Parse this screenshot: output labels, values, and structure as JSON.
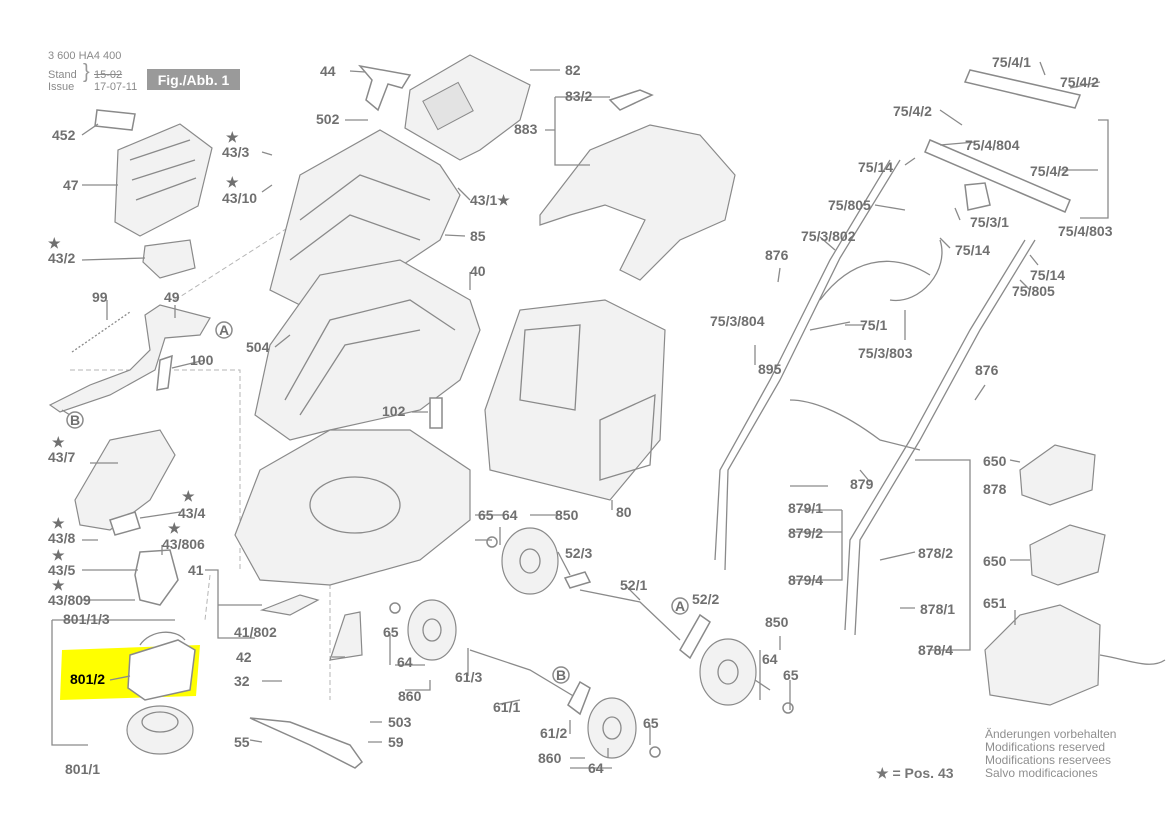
{
  "header": {
    "doc_number": "3 600 HA4 400",
    "stand_label": "Stand",
    "issue_label": "Issue",
    "stand_date": "15-02",
    "issue_date": "17-07-11",
    "figure_badge": "Fig./Abb. 1"
  },
  "highlight": {
    "label": "801/2",
    "color": "#ffff00"
  },
  "notes": {
    "modifications": [
      "Änderungen vorbehalten",
      "Modifications reserved",
      "Modifications reservees",
      "Salvo modificaciones"
    ],
    "star_legend": "★ = Pos. 43"
  },
  "labels": {
    "p452": "452",
    "p47": "47",
    "p43_2": "43/2",
    "p99": "99",
    "p49": "49",
    "pA1": "A",
    "p100": "100",
    "pB1": "B",
    "p43_7": "43/7",
    "p43_4": "43/4",
    "p43_8": "43/8",
    "p43_806": "43/806",
    "p43_5": "43/5",
    "p43_809": "43/809",
    "p41": "41",
    "p801_1_3": "801/1/3",
    "p801_1": "801/1",
    "p44": "44",
    "p82": "82",
    "p502": "502",
    "p43_3": "43/3",
    "p43_10": "43/10",
    "p43_1": "43/1★",
    "p85": "85",
    "p40": "40",
    "p504": "504",
    "p102": "102",
    "p83_2": "83/2",
    "p883": "883",
    "p80": "80",
    "p65a": "65",
    "p64a": "64",
    "p850a": "850",
    "p52_3": "52/3",
    "p52_1": "52/1",
    "pA2": "A",
    "p52_2": "52/2",
    "p41_802": "41/802",
    "p42": "42",
    "p32": "32",
    "p65b": "65",
    "p64b": "64",
    "p860a": "860",
    "p61_3": "61/3",
    "p61_1": "61/1",
    "pB2": "B",
    "p61_2": "61/2",
    "p55": "55",
    "p503": "503",
    "p59": "59",
    "p65c": "65",
    "p860b": "860",
    "p64c": "64",
    "p850b": "850",
    "p64d": "64",
    "p65d": "65",
    "p75_4_1": "75/4/1",
    "p75_4_2a": "75/4/2",
    "p75_4_2b": "75/4/2",
    "p75_4_804": "75/4/804",
    "p75_14a": "75/14",
    "p75_4_2c": "75/4/2",
    "p75_805a": "75/805",
    "p75_3_1": "75/3/1",
    "p75_4_803": "75/4/803",
    "p75_3_802": "75/3/802",
    "p75_14b": "75/14",
    "p876a": "876",
    "p75_14c": "75/14",
    "p75_805b": "75/805",
    "p75_3_804": "75/3/804",
    "p75_1": "75/1",
    "p75_3_803": "75/3/803",
    "p895": "895",
    "p876b": "876",
    "p879": "879",
    "p879_1": "879/1",
    "p879_2": "879/2",
    "p879_4": "879/4",
    "p878": "878",
    "p878_2": "878/2",
    "p878_1": "878/1",
    "p878_4": "878/4",
    "p650a": "650",
    "p650b": "650",
    "p651": "651"
  }
}
